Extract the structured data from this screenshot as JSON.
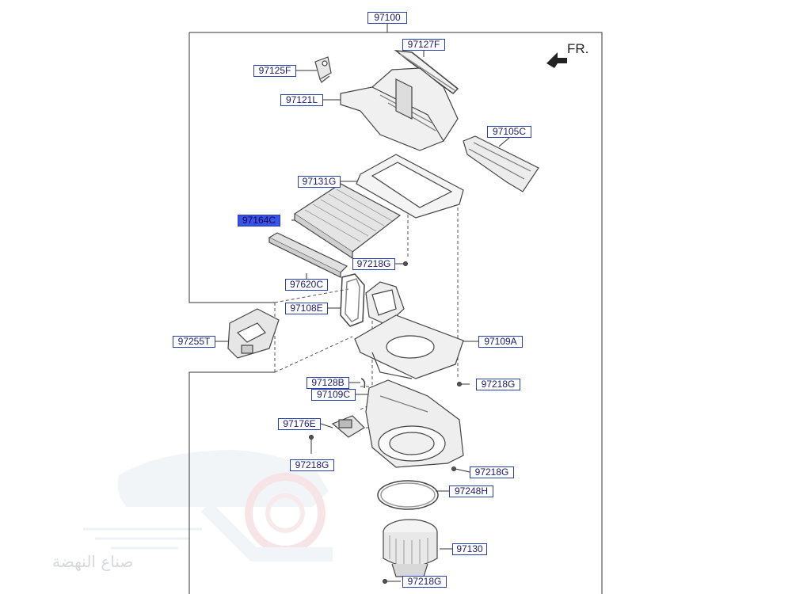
{
  "diagram": {
    "assembly_label": "97100",
    "direction_label": "FR.",
    "watermark_text": "صناع النهضة",
    "highlight_color": "#3a52e6",
    "label_border_color": "#2b3fa8",
    "parts": [
      {
        "id": "97127F"
      },
      {
        "id": "97125F"
      },
      {
        "id": "97121L"
      },
      {
        "id": "97105C"
      },
      {
        "id": "97131G"
      },
      {
        "id": "97164C",
        "highlighted": true
      },
      {
        "id": "97218G"
      },
      {
        "id": "97620C"
      },
      {
        "id": "97108E"
      },
      {
        "id": "97255T"
      },
      {
        "id": "97109A"
      },
      {
        "id": "97128B"
      },
      {
        "id": "97218G"
      },
      {
        "id": "97109C"
      },
      {
        "id": "97176E"
      },
      {
        "id": "97218G"
      },
      {
        "id": "97218G"
      },
      {
        "id": "97248H"
      },
      {
        "id": "97130"
      },
      {
        "id": "97218G"
      }
    ]
  }
}
